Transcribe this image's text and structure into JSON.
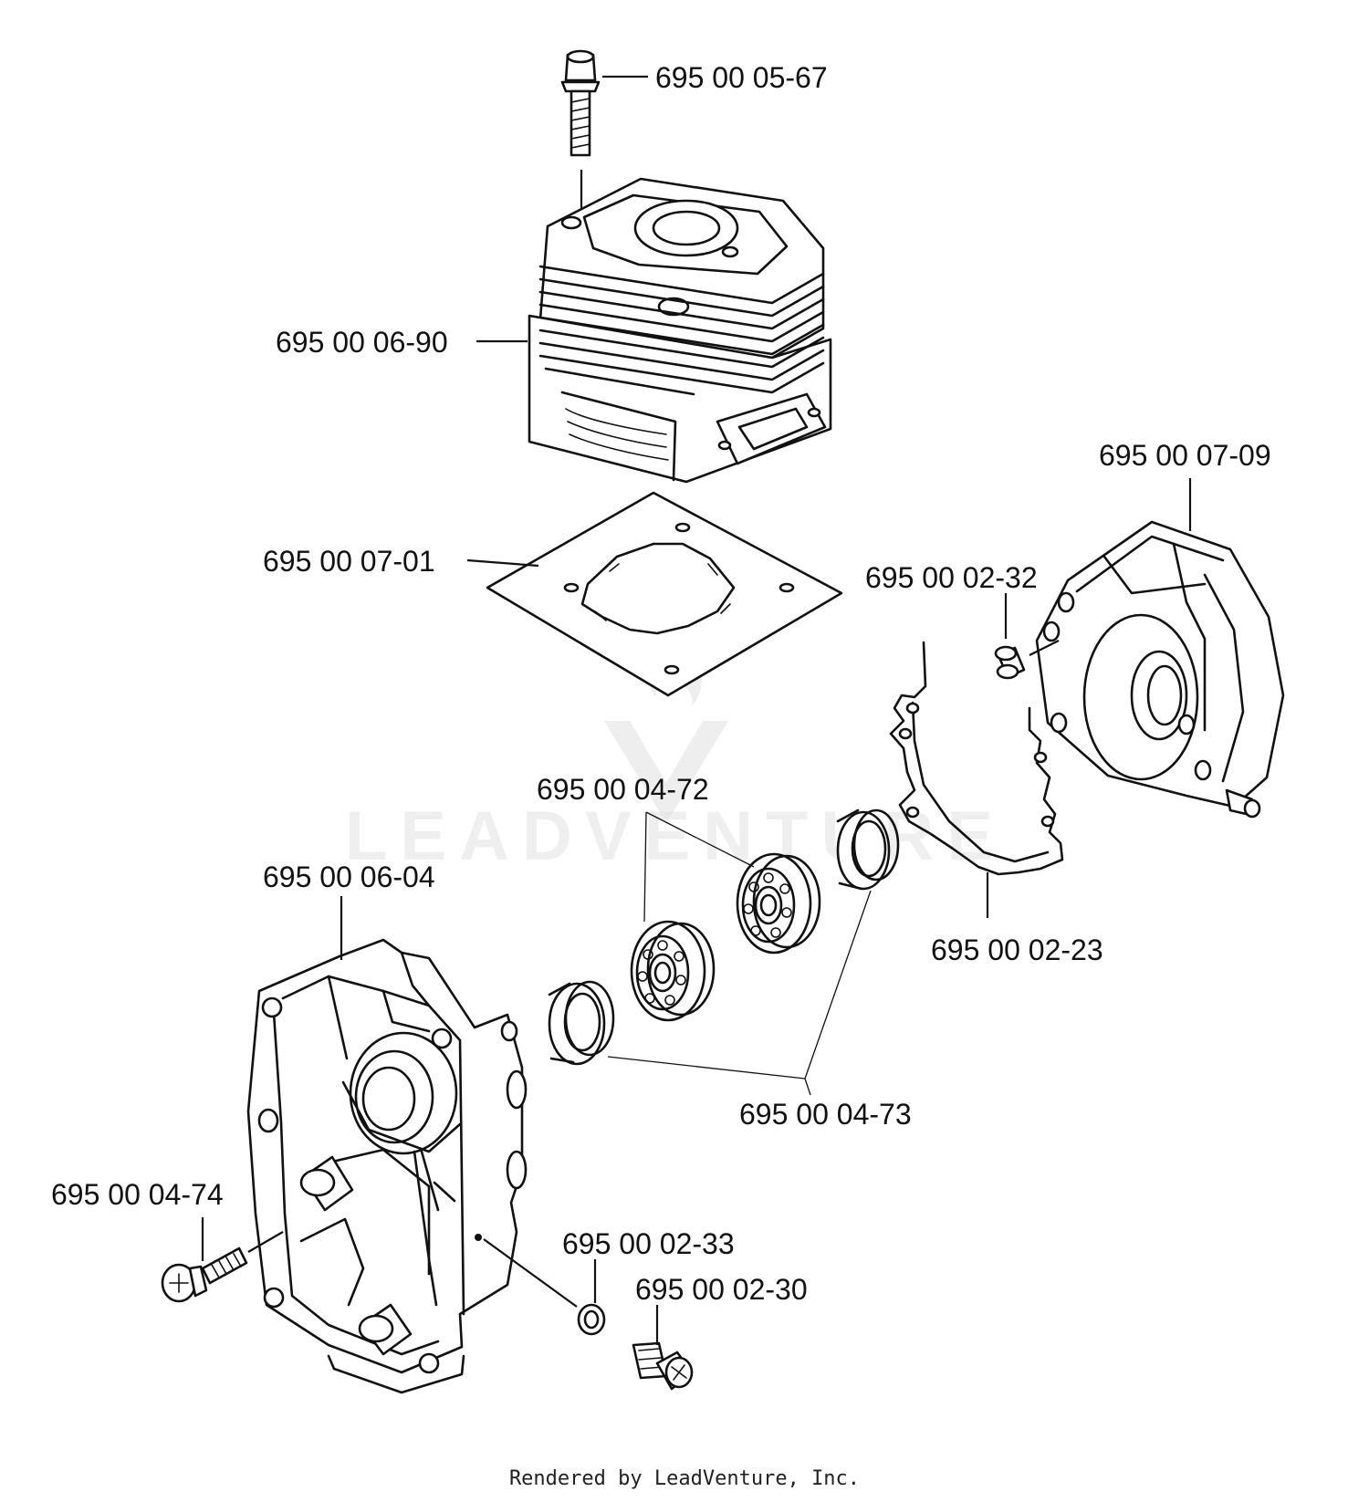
{
  "watermark": {
    "brand_text": "LEADVENTURE"
  },
  "parts": [
    {
      "id": "bolt-top",
      "number": "695 00 05-67"
    },
    {
      "id": "cylinder",
      "number": "695 00 06-90"
    },
    {
      "id": "cylinder-gasket",
      "number": "695 00 07-01"
    },
    {
      "id": "crankcase-right",
      "number": "695 00 07-09"
    },
    {
      "id": "dowel-pin",
      "number": "695 00 02-32"
    },
    {
      "id": "crankcase-gasket",
      "number": "695 00 02-23"
    },
    {
      "id": "ball-bearing",
      "number": "695 00 04-72"
    },
    {
      "id": "seal-ring",
      "number": "695 00 04-73"
    },
    {
      "id": "crankcase-left",
      "number": "695 00 06-04"
    },
    {
      "id": "bolt-left",
      "number": "695 00 04-74"
    },
    {
      "id": "washer",
      "number": "695 00 02-33"
    },
    {
      "id": "plug-screw",
      "number": "695 00 02-30"
    }
  ],
  "footer": {
    "credit": "Rendered by LeadVenture, Inc."
  }
}
